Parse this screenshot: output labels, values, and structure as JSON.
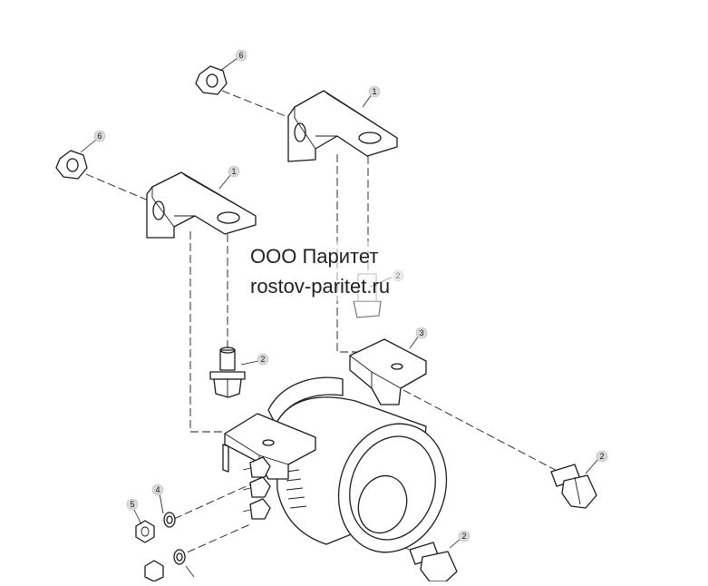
{
  "watermark": {
    "line1": "ООО Паритет",
    "line2": "rostov-paritet.ru"
  },
  "callouts": {
    "bracket_upper": "1",
    "bracket_lower": "1",
    "bolt_ghost": "2",
    "bolt_left": "2",
    "bolt_right": "2",
    "bolt_bottom": "2",
    "clamp": "3",
    "washer": "4",
    "nut_small": "5",
    "nut_upper": "6",
    "nut_lower": "6"
  }
}
